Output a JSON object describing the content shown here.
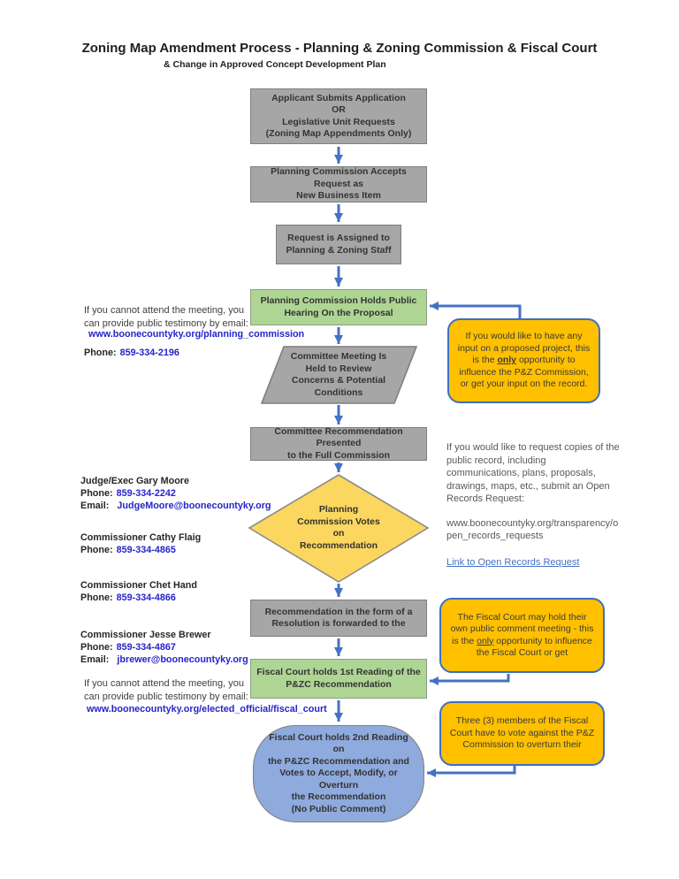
{
  "header": {
    "title": "Zoning Map Amendment Process - Planning & Zoning Commission & Fiscal Court",
    "subtitle": "& Change in Approved Concept Development Plan"
  },
  "flow": {
    "applicant": "Applicant Submits Application\nOR\nLegislative Unit Requests\n(Zoning Map Appendments Only)",
    "accepts": "Planning Commission Accepts Request as\nNew Business Item",
    "assigned": "Request is Assigned to\nPlanning & Zoning Staff",
    "hearing": "Planning Commission Holds Public\nHearing On the Proposal",
    "committee_meeting": "Committee Meeting Is\nHeld to Review\nConcerns & Potential\nConditions",
    "committee_recommendation": "Committee Recommendation  Presented\nto the Full Commission",
    "votes": "Planning\nCommission Votes\non\nRecommendation",
    "resolution": "Recommendation in the form of a\nResolution is forwarded to the",
    "first_reading": "Fiscal Court holds 1st Reading of the\nP&ZC Recommendation",
    "second_reading": "Fiscal Court holds 2nd Reading on\nthe P&ZC Recommendation and\nVotes to Accept, Modify, or Overturn\nthe Recommendation\n(No Public Comment)"
  },
  "callouts": {
    "pz_input": {
      "pre": "If you would like to have any input on a proposed project, this is the ",
      "em": "only",
      "post": " opportunity to influence the P&Z Commission, or get your input on the record."
    },
    "fiscal_comment": {
      "pre": "The Fiscal Court may hold their own public comment meeting - this is the ",
      "em": "only",
      "post": " opportunity to influence the Fiscal Court or get"
    },
    "overturn": {
      "text": "Three (3) members of the Fiscal Court have to vote against the P&Z Commission to overturn their"
    }
  },
  "labels": {
    "phone": "Phone:",
    "email": "Email:"
  },
  "planning_note": {
    "text": "If you cannot attend the meeting, you\ncan provide public testimony by email:",
    "link": "www.boonecountyky.org/planning_commission",
    "phone": "859-334-2196"
  },
  "fiscal_note": {
    "text": "If you cannot attend the meeting, you\ncan provide public testimony by email:",
    "link": "www.boonecountyky.org/elected_official/fiscal_court"
  },
  "open_records": {
    "text": "If you would like to request copies of the public record, including communications, plans, proposals, drawings, maps, etc., submit an Open Records Request:",
    "url": "www.boonecountyky.org/transparency/open_records_requests",
    "link": "Link to Open Records Request"
  },
  "contacts": [
    {
      "name": "Judge/Exec Gary Moore",
      "phone": "859-334-2242",
      "email": "JudgeMoore@boonecountyky.org"
    },
    {
      "name": "Commissioner Cathy Flaig",
      "phone": "859-334-4865"
    },
    {
      "name": "Commissioner Chet Hand",
      "phone": "859-334-4866"
    },
    {
      "name": "Commissioner Jesse Brewer",
      "phone": "859-334-4867",
      "email": "jbrewer@boonecountyky.org"
    }
  ],
  "colors": {
    "arrow_blue": "#4472C4",
    "process_gray": "#A6A6A6",
    "hearing_green": "#AED594",
    "decision_yellow": "#FBD75F",
    "callout_orange": "#FFC000",
    "fiscal_blue": "#8FAADC",
    "link_blue": "#2424CC"
  }
}
